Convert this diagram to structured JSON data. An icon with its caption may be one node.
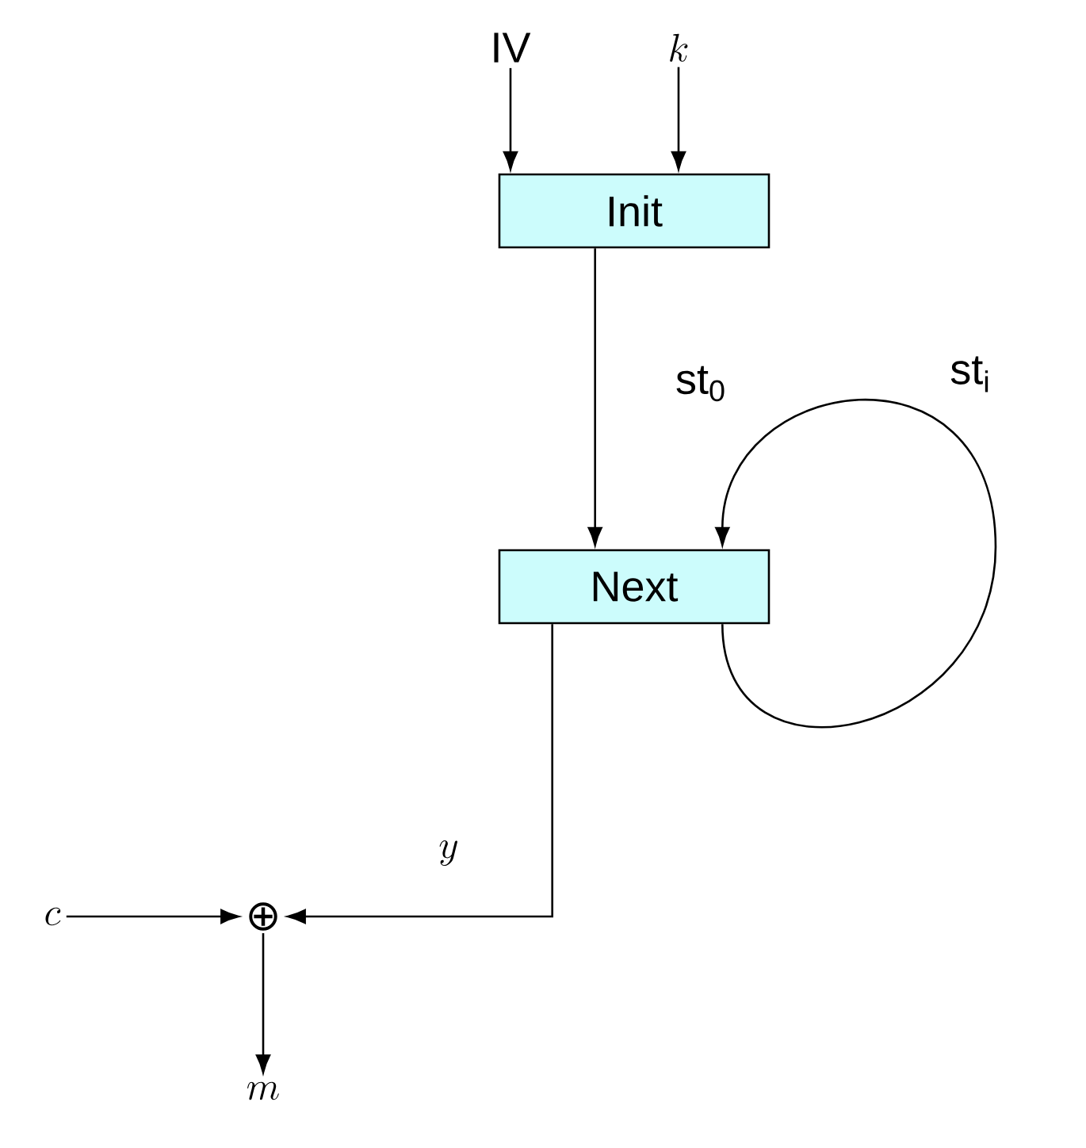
{
  "diagram": {
    "nodes": [
      {
        "text": [
          "IV"
        ]
      },
      {
        "text": [
          "k"
        ]
      },
      {
        "text": [
          "Init"
        ]
      },
      {
        "text": [
          "Next"
        ]
      },
      {
        "text": [
          "c"
        ]
      },
      {
        "text": [
          "⊕"
        ]
      },
      {
        "text": [
          "m"
        ]
      }
    ],
    "edges": [
      {
        "from": 0,
        "to": 2,
        "arrow": "to"
      },
      {
        "from": 1,
        "to": 2,
        "arrow": "to"
      },
      {
        "from": 2,
        "to": 3,
        "arrow": "to",
        "label": "st$_{0}$"
      },
      {
        "from": 3,
        "to": 3,
        "arrow": "to",
        "label": "st$_{i}$"
      },
      {
        "from": 3,
        "to": 5,
        "arrow": "to",
        "label": "y"
      },
      {
        "from": 4,
        "to": 5,
        "arrow": "to"
      },
      {
        "from": 5,
        "to": 6,
        "arrow": "to"
      }
    ]
  }
}
